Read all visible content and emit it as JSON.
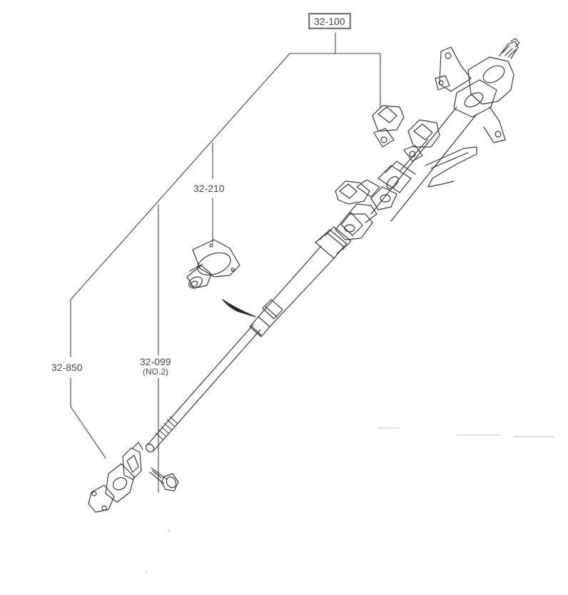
{
  "labels": {
    "assembly": "32-100",
    "p210": "32-210",
    "p850": "32-850",
    "p099": "32-099",
    "p099_sub": "(NO.2)"
  },
  "colors": {
    "line": "#3a3a3a",
    "label": "#4a4a4a",
    "box_border": "#7a7a7a"
  }
}
